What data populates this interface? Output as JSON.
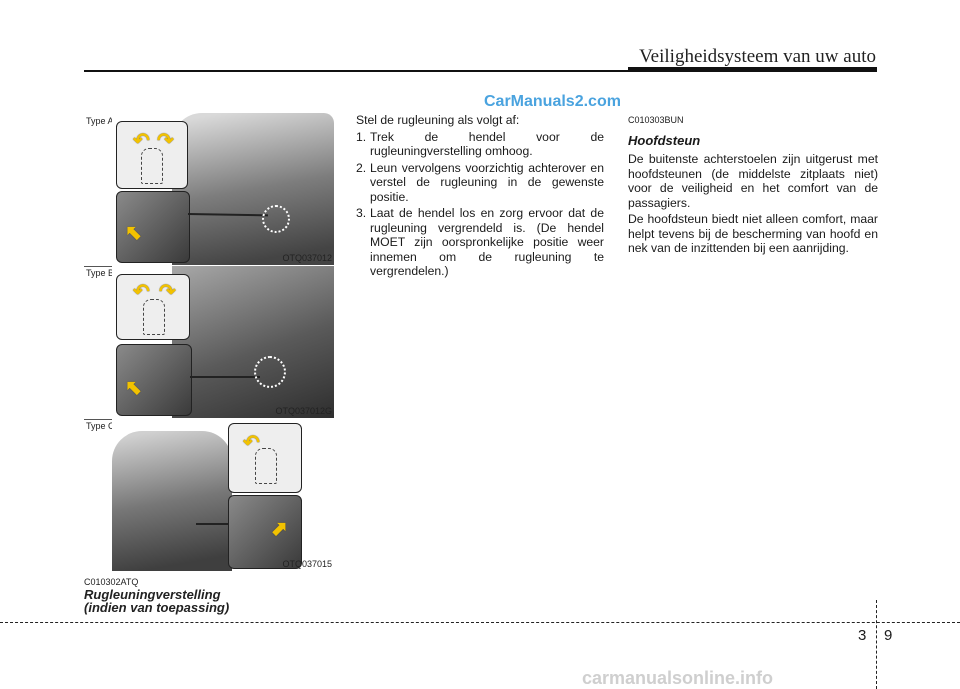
{
  "header": {
    "title": "Veiligheidsysteem van uw auto"
  },
  "watermark_top": "CarManuals2.com",
  "figures": [
    {
      "type_label": "Type A",
      "code": "OTQ037012"
    },
    {
      "type_label": "Type B",
      "code": "OTQ037012G"
    },
    {
      "type_label": "Type C",
      "code": "OTQ037015"
    }
  ],
  "section": {
    "code": "C010302ATQ",
    "title_line1": "Rugleuningverstelling",
    "title_line2": "(indien van toepassing)"
  },
  "col2": {
    "intro": "Stel de rugleuning als volgt af:",
    "steps": [
      {
        "num": "1.",
        "text": "Trek de hendel voor de rugleuningverstelling omhoog."
      },
      {
        "num": "2.",
        "text": "Leun vervolgens voorzichtig achterover en verstel de rugleuning in de gewenste positie."
      },
      {
        "num": "3.",
        "text": "Laat de hendel los en zorg ervoor dat de rugleuning vergrendeld is. (De hendel MOET zijn oorspronkelijke positie weer innemen om de rugleuning te vergrendelen.)"
      }
    ]
  },
  "col3": {
    "code": "C010303BUN",
    "heading": "Hoofdsteun",
    "p1": "De buitenste achterstoelen zijn uitgerust met hoofdsteunen (de middelste zitplaats niet) voor de veiligheid en het comfort van de passagiers.",
    "p2": "De hoofdsteun biedt niet alleen comfort, maar helpt tevens bij de bescherming van hoofd en nek van de inzittenden bij een aanrijding."
  },
  "footer": {
    "chapter": "3",
    "page": "9"
  },
  "watermark_bottom": "carmanualsonline.info",
  "icons": [
    "seat-recline-icon",
    "lever-arrow-icon",
    "recline-arrow-icon"
  ]
}
